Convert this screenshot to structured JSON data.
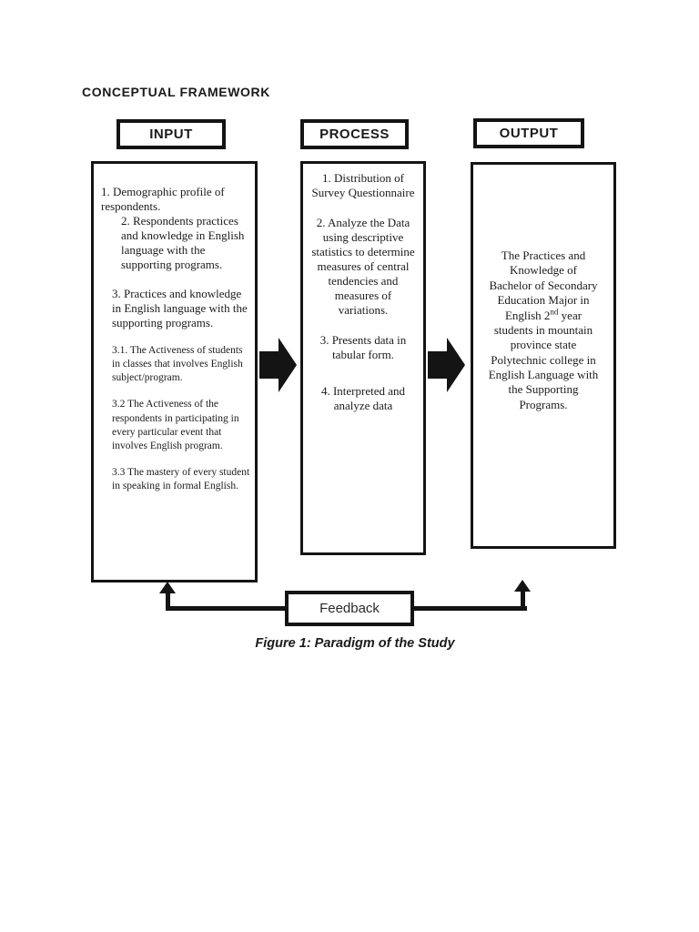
{
  "title": "CONCEPTUAL FRAMEWORK",
  "caption": "Figure 1: Paradigm of the Study",
  "colors": {
    "ink": "#141414",
    "background": "#ffffff"
  },
  "icons": {
    "flow_arrow": "right-block-arrow",
    "feedback_arrow": "up-arrow"
  },
  "input": {
    "header": "INPUT",
    "items": [
      "1. Demographic profile of respondents.",
      "2. Respondents practices and knowledge in English language with the supporting programs.",
      "3. Practices and knowledge in English language with the supporting programs.",
      "3.1. The Activeness of students in classes that involves English subject/program.",
      "3.2 The Activeness of the respondents in participating in every particular event that involves English program.",
      "3.3 The mastery of every student in speaking in formal English."
    ]
  },
  "process": {
    "header": "PROCESS",
    "items": [
      "1. Distribution of Survey Questionnaire",
      "2. Analyze the Data using descriptive statistics to determine measures of central tendencies and measures of variations.",
      "3. Presents data in tabular form.",
      "4. Interpreted and analyze data"
    ]
  },
  "output": {
    "header": "OUTPUT",
    "text_before": "The Practices and Knowledge of Bachelor of Secondary Education Major in English 2",
    "superscript": "nd",
    "text_after": " year students in mountain province state Polytechnic college in English Language with the Supporting Programs."
  },
  "feedback": {
    "label": "Feedback"
  }
}
